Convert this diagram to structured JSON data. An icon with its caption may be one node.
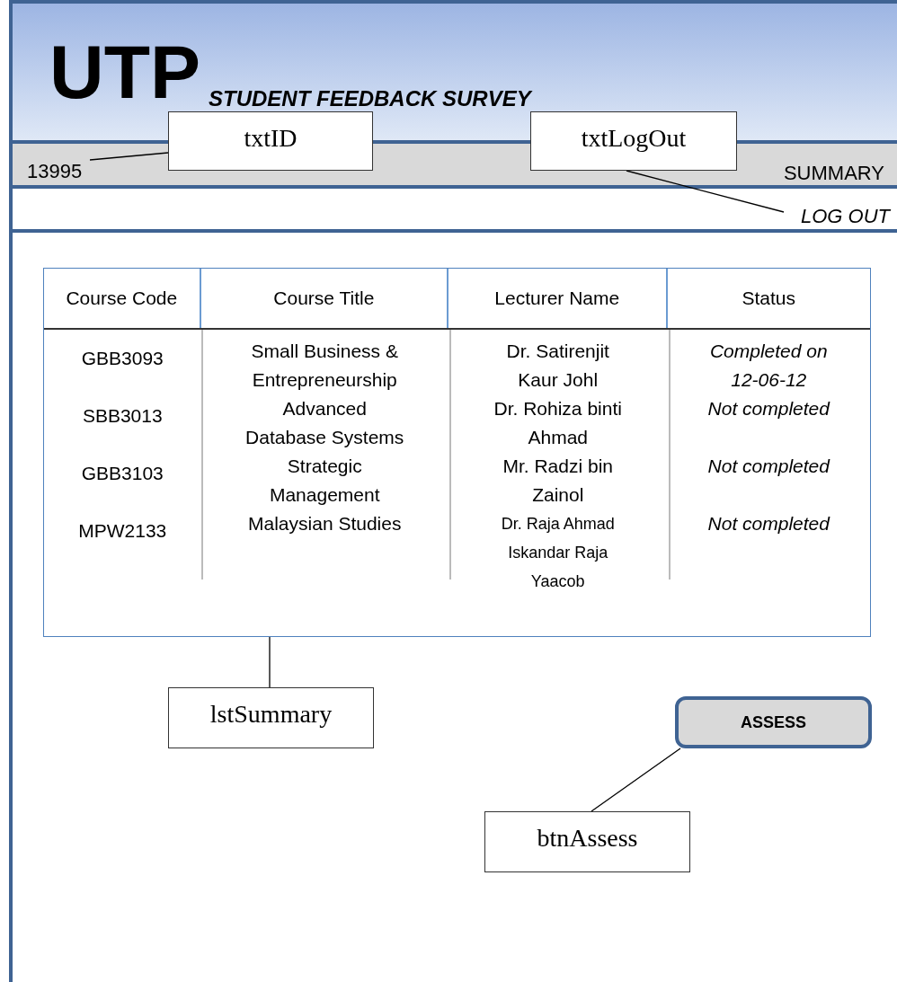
{
  "diagram": {
    "title": "UTP",
    "nodes": [
      {
        "text": [
          "txtID"
        ]
      },
      {
        "text": [
          "txtLogOut"
        ]
      },
      {
        "text": [
          "13995"
        ]
      },
      {
        "text": [
          "LOG OUT"
        ]
      },
      {
        "text": [],
        "shape": "box"
      },
      {
        "text": [
          "lstSummary"
        ]
      },
      {
        "text": [
          "ASSESS"
        ]
      },
      {
        "text": [
          "btnAssess"
        ]
      }
    ],
    "edges": [
      {
        "from": 0,
        "to": 2,
        "arrow": "none"
      },
      {
        "from": 1,
        "to": 3,
        "arrow": "none"
      },
      {
        "from": 5,
        "to": 4,
        "arrow": "none"
      },
      {
        "from": 7,
        "to": 6,
        "arrow": "none"
      }
    ],
    "labels": [
      "STUDENT FEEDBACK SURVEY",
      "SUMMARY",
      "Course Code",
      "Course Title",
      "Lecturer Name",
      "Status",
      "GBB3093",
      "Small Business & Entrepreneurship",
      "Dr. Satirenjit Kaur Johl",
      "Completed on 12-06-12",
      "SBB3013",
      "Advanced Database Systems",
      "Dr. Rohiza binti Ahmad",
      "Not completed",
      "GBB3103",
      "Strategic Management",
      "Mr. Radzi bin Zainol",
      "Not completed",
      "MPW2133",
      "Malaysian Studies",
      "Dr. Raja Ahmad Iskandar Raja Yaacob",
      "Not completed"
    ]
  }
}
